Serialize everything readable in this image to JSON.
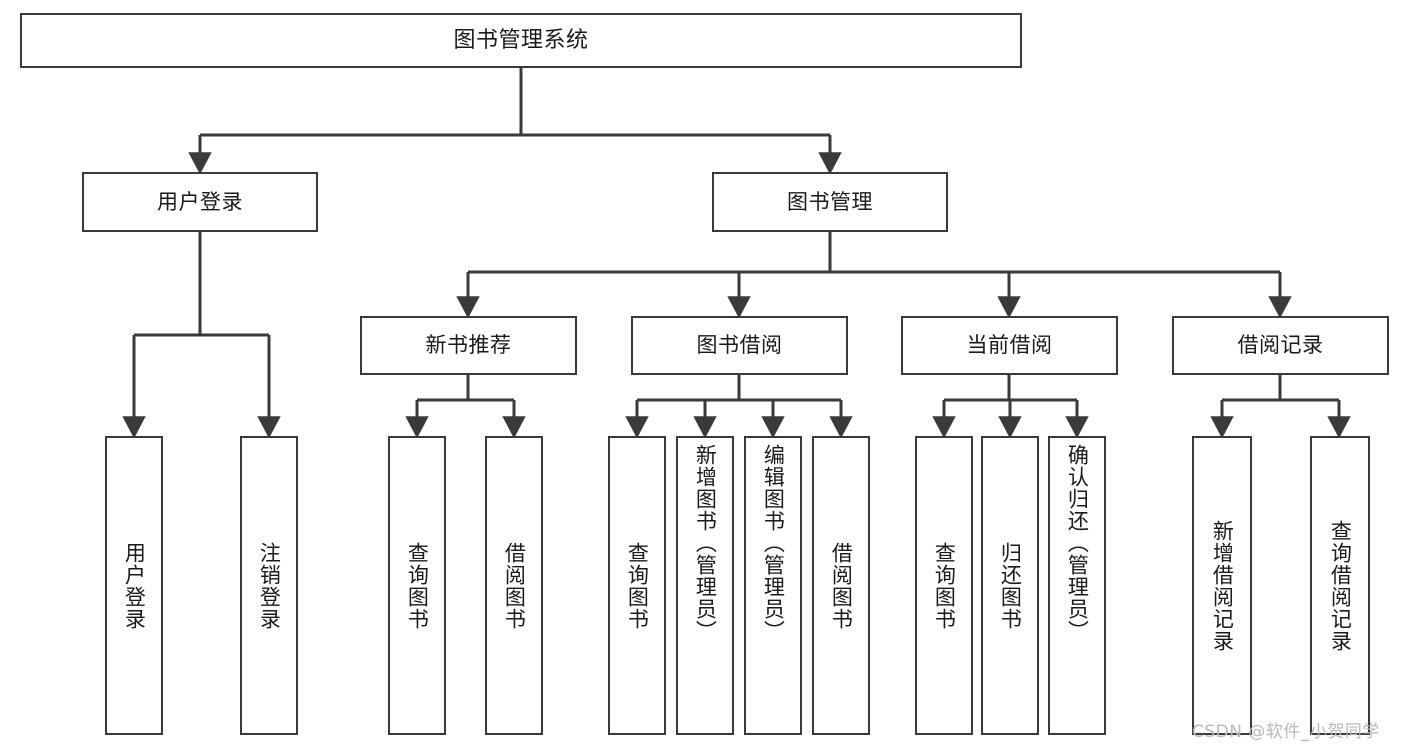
{
  "diagram": {
    "title": "图书管理系统",
    "type": "tree",
    "style": {
      "stroke": "#3a3a3a",
      "fill": "#ffffff",
      "text": "#1a1a1a",
      "watermark_color": "#b9b9b9"
    },
    "root": {
      "label": "图书管理系统"
    },
    "level2": [
      {
        "label": "用户登录"
      },
      {
        "label": "图书管理"
      }
    ],
    "level3": [
      {
        "label": "新书推荐"
      },
      {
        "label": "图书借阅"
      },
      {
        "label": "当前借阅"
      },
      {
        "label": "借阅记录"
      }
    ],
    "leaves": {
      "user_login": [
        {
          "label": "用户登录"
        },
        {
          "label": "注销登录"
        }
      ],
      "new_book_recommend": [
        {
          "label": "查询图书"
        },
        {
          "label": "借阅图书"
        }
      ],
      "book_borrow": [
        {
          "label": "查询图书"
        },
        {
          "label": "新增图书（管理员）"
        },
        {
          "label": "编辑图书（管理员）"
        },
        {
          "label": "借阅图书"
        }
      ],
      "current_borrow": [
        {
          "label": "查询图书"
        },
        {
          "label": "归还图书"
        },
        {
          "label": "确认归还（管理员）"
        }
      ],
      "borrow_record": [
        {
          "label": "新增借阅记录"
        },
        {
          "label": "查询借阅记录"
        }
      ]
    }
  },
  "watermark": {
    "text": "CSDN @软件_小贺同学"
  }
}
